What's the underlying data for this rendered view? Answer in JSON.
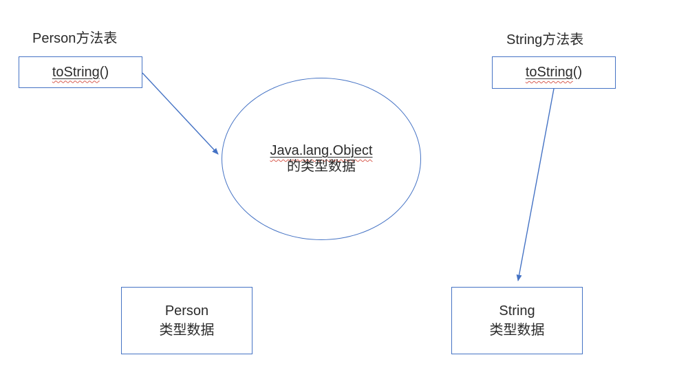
{
  "diagram": {
    "person_table": {
      "title": "Person方法表",
      "method_name": "toString",
      "method_suffix": "()"
    },
    "string_table": {
      "title": "String方法表",
      "method_name": "toString",
      "method_suffix": "()"
    },
    "object_ellipse": {
      "line1": "Java.lang.Object",
      "line2": "的类型数据"
    },
    "person_type_box": {
      "line1": "Person",
      "line2": "类型数据"
    },
    "string_type_box": {
      "line1": "String",
      "line2": "类型数据"
    },
    "colors": {
      "shape_border": "#4472C4",
      "connector": "#4472C4",
      "text": "#2B2B2B",
      "spellcheck_squiggle": "#D85C4F",
      "background": "#FFFFFF"
    }
  }
}
